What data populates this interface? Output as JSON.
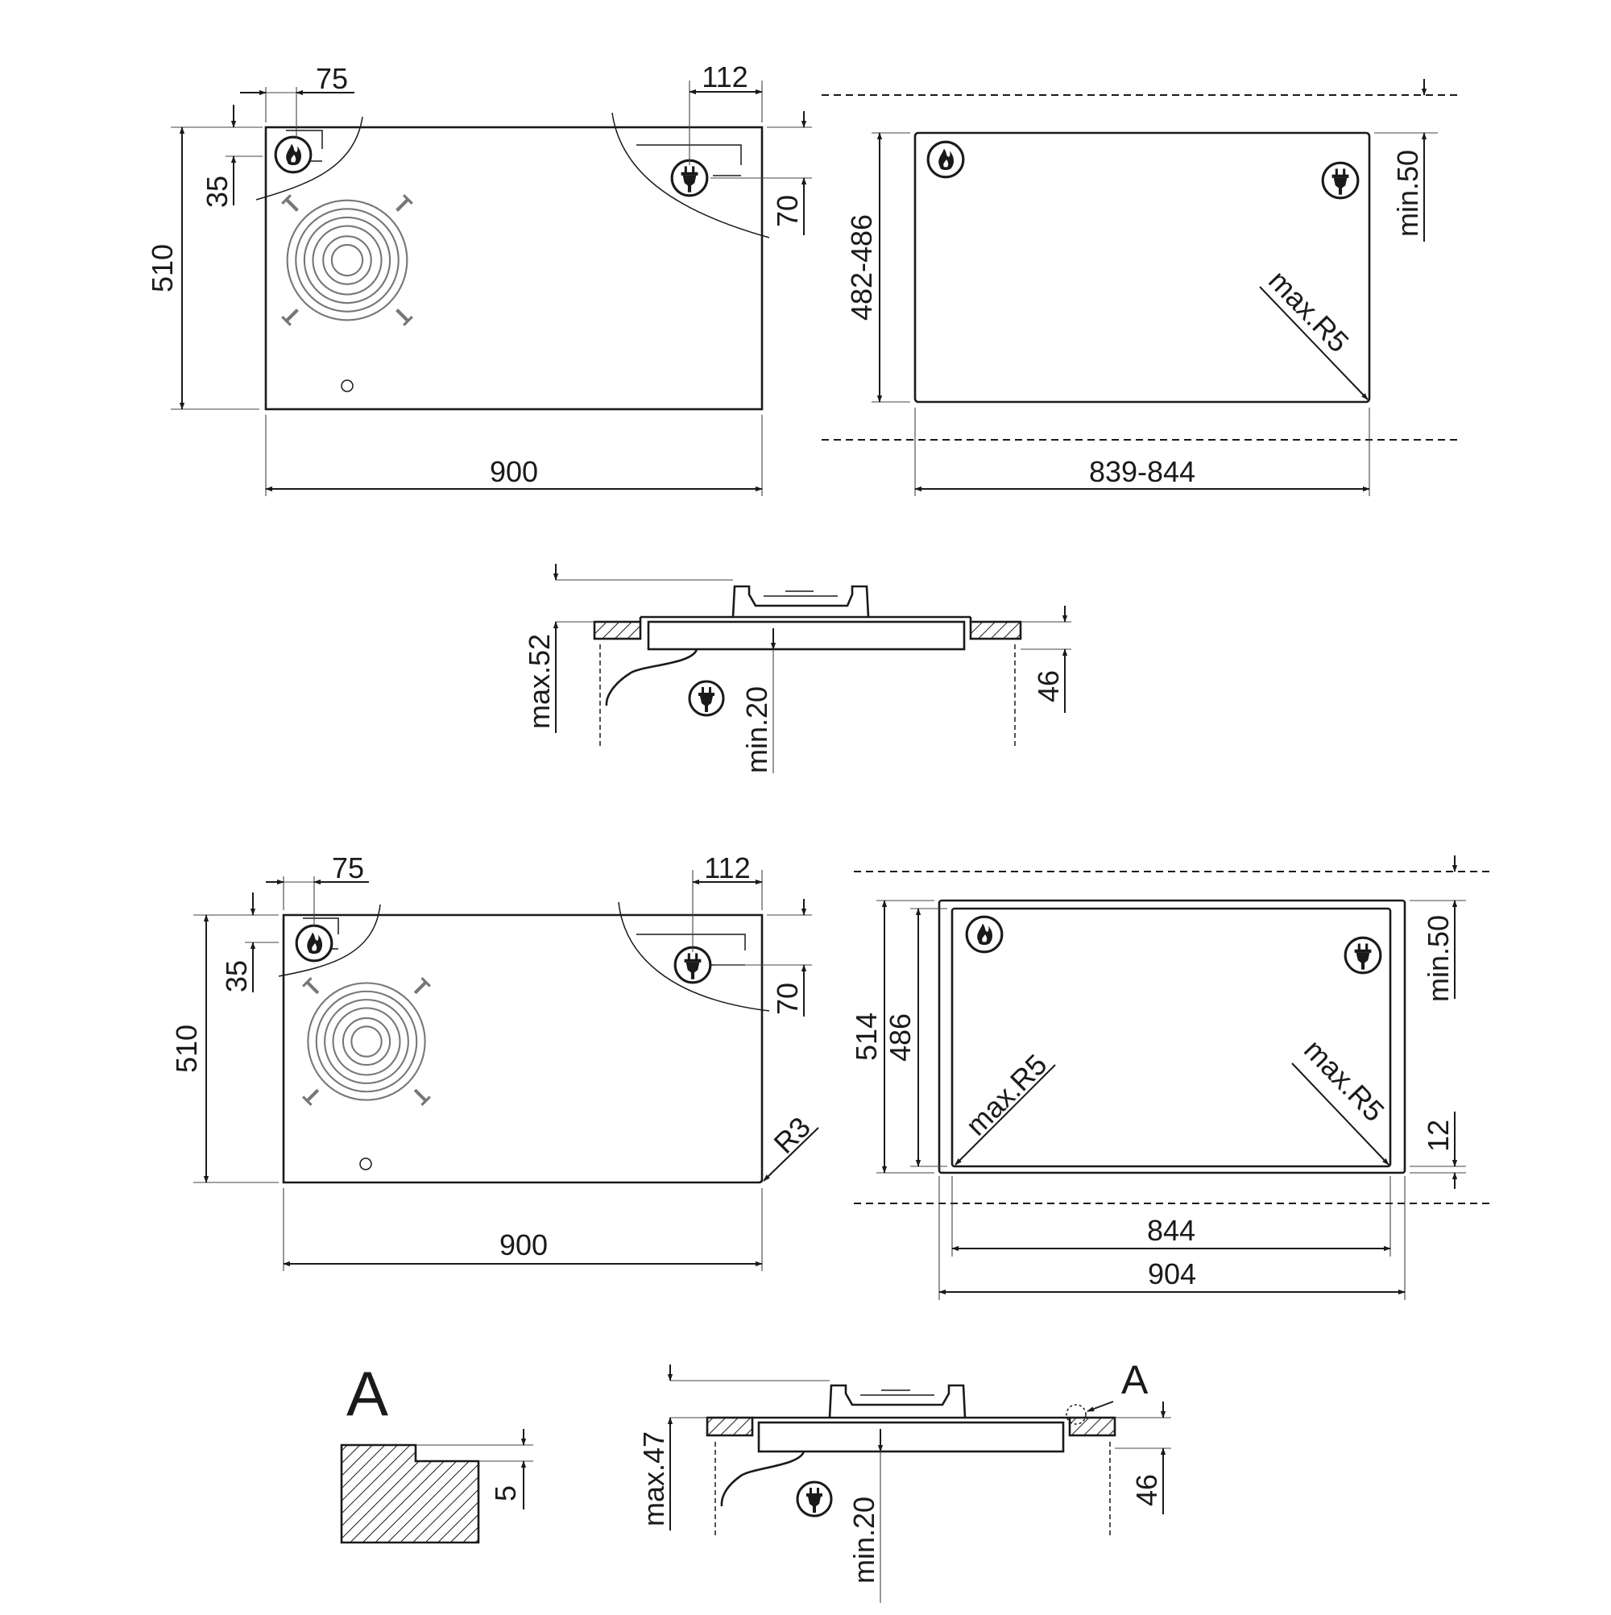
{
  "top": {
    "hob": {
      "width": "900",
      "depth": "510",
      "gas_offset_x": "75",
      "gas_offset_y": "35",
      "plug_offset_x": "112",
      "plug_offset_y": "70"
    },
    "cutout": {
      "width": "839-844",
      "depth": "482-486",
      "clearance": "min.50",
      "radius": "max.R5"
    },
    "section": {
      "height": "max.52",
      "clearance": "min.20",
      "worktop": "46"
    }
  },
  "bottom": {
    "hob": {
      "width": "900",
      "depth": "510",
      "gas_offset_x": "75",
      "gas_offset_y": "35",
      "plug_offset_x": "112",
      "plug_offset_y": "70",
      "corner_radius": "R3"
    },
    "cutout": {
      "inner_width": "844",
      "outer_width": "904",
      "outer_depth": "514",
      "inner_depth": "486",
      "clearance": "min.50",
      "radius_left": "max.R5",
      "radius_right": "max.R5",
      "rebate": "12"
    },
    "detail": {
      "label": "A",
      "depth": "5"
    },
    "section": {
      "height": "max.47",
      "clearance": "min.20",
      "worktop": "46",
      "detail_ref": "A"
    }
  }
}
